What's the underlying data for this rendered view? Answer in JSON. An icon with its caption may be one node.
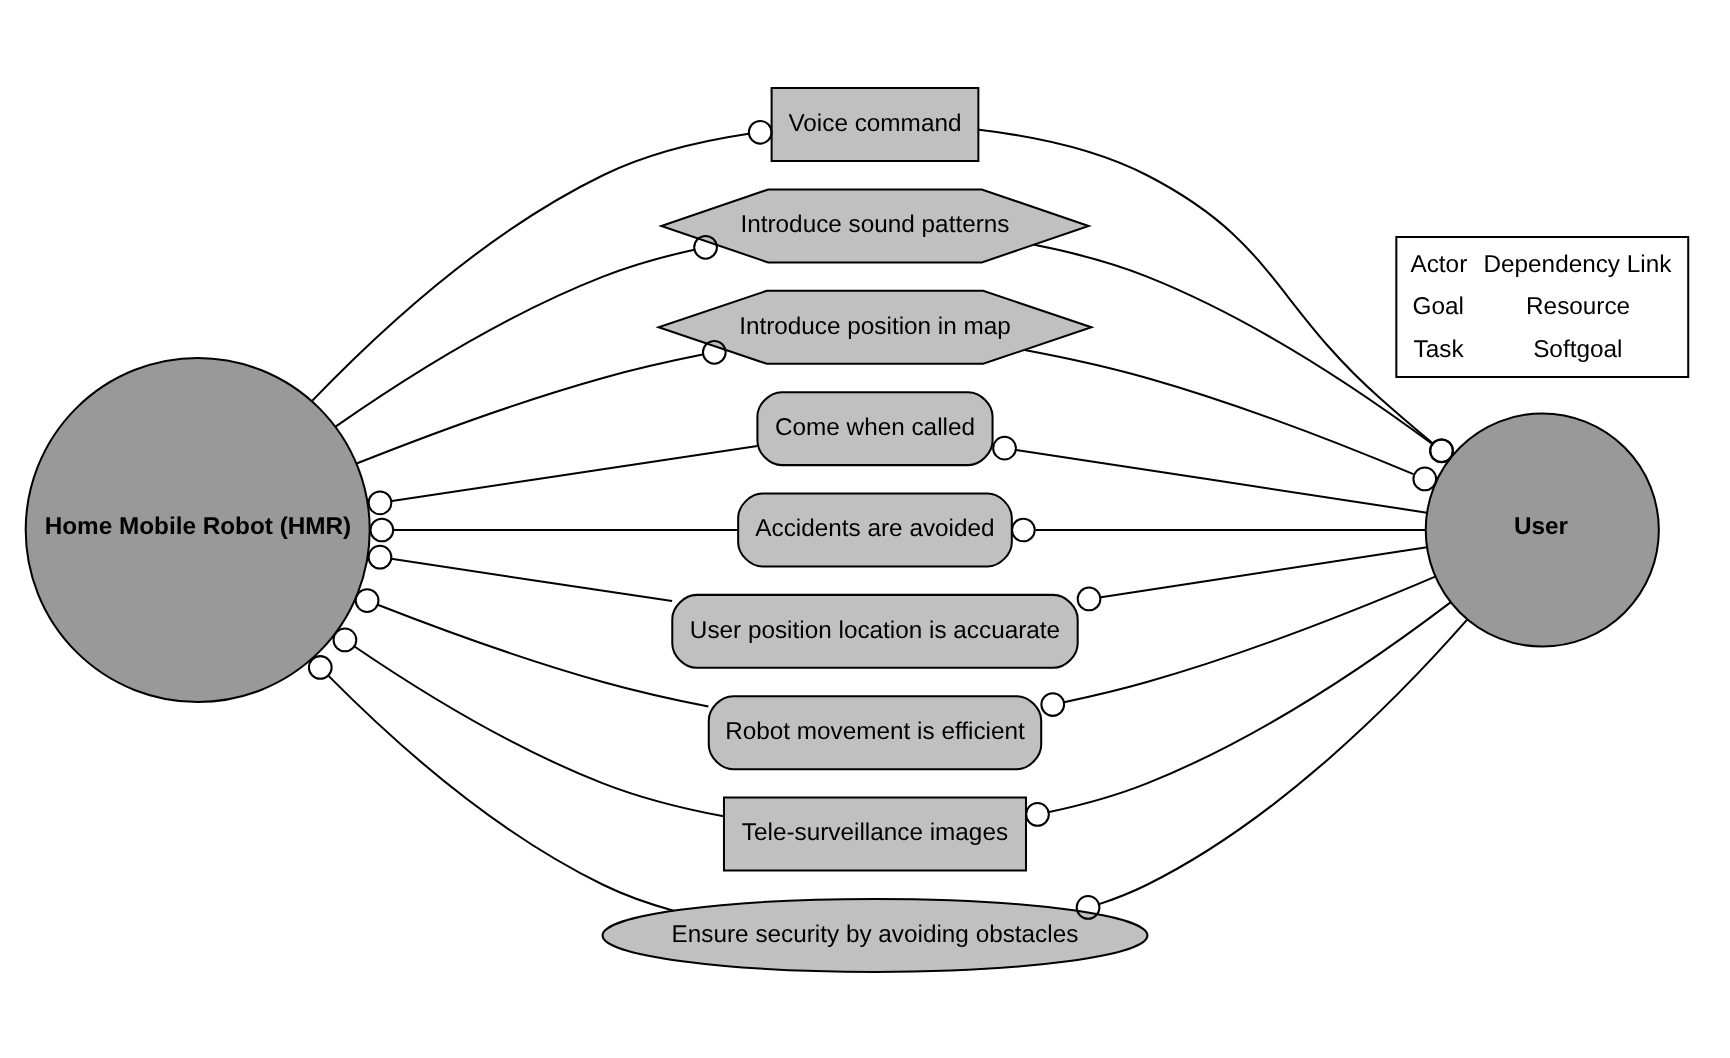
{
  "diagram": {
    "nodes": [
      {
        "text": [
          "Home Mobile Robot (HMR)"
        ]
      },
      {
        "text": [
          "User"
        ]
      },
      {
        "text": [
          "Come when called"
        ]
      },
      {
        "text": [
          "Accidents are avoided"
        ]
      },
      {
        "text": [
          "User position location is accuarate"
        ]
      },
      {
        "text": [
          "Robot movement is efficient"
        ]
      },
      {
        "text": [
          "Voice command"
        ]
      },
      {
        "text": [
          "Tele-surveillance images"
        ]
      },
      {
        "text": [
          "Introduce sound patterns"
        ]
      },
      {
        "text": [
          "Introduce position in map"
        ]
      },
      {
        "text": [
          "Ensure security by avoiding obstacles"
        ]
      }
    ],
    "edges": [
      {
        "from": 1,
        "to": 2,
        "arrow": "other"
      },
      {
        "from": 2,
        "to": 0,
        "arrow": "other"
      },
      {
        "from": 1,
        "to": 3,
        "arrow": "other"
      },
      {
        "from": 3,
        "to": 0,
        "arrow": "other"
      },
      {
        "from": 1,
        "to": 4,
        "arrow": "other"
      },
      {
        "from": 4,
        "to": 0,
        "arrow": "other"
      },
      {
        "from": 1,
        "to": 5,
        "arrow": "other"
      },
      {
        "from": 5,
        "to": 0,
        "arrow": "other"
      },
      {
        "from": 0,
        "to": 6,
        "arrow": "other"
      },
      {
        "from": 6,
        "to": 1,
        "arrow": "other"
      },
      {
        "from": 1,
        "to": 7,
        "arrow": "other"
      },
      {
        "from": 7,
        "to": 0,
        "arrow": "other"
      },
      {
        "from": 0,
        "to": 8,
        "arrow": "other"
      },
      {
        "from": 8,
        "to": 1,
        "arrow": "other"
      },
      {
        "from": 0,
        "to": 9,
        "arrow": "other"
      },
      {
        "from": 9,
        "to": 1,
        "arrow": "other"
      },
      {
        "from": 1,
        "to": 10,
        "arrow": "other"
      },
      {
        "from": 10,
        "to": 0,
        "arrow": "other"
      }
    ],
    "legend": [
      {
        "text": "Actor"
      },
      {
        "text": "Dependency Link"
      },
      {
        "text": "Goal"
      },
      {
        "text": "Resource"
      },
      {
        "text": "Task"
      },
      {
        "text": "Softgoal"
      }
    ]
  }
}
